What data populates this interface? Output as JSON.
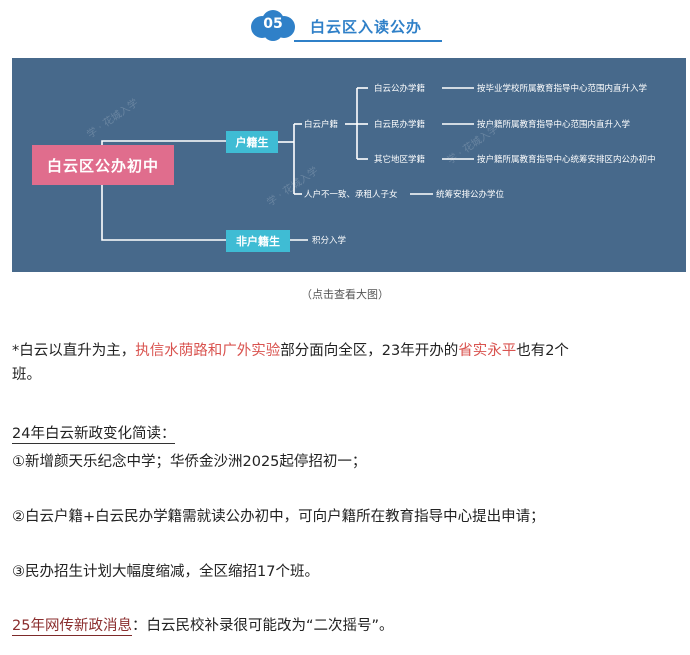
{
  "section": {
    "number": "05",
    "title": "白云区入读公办",
    "accent": "#2f80c8"
  },
  "mindmap": {
    "root": "白云区公办初中",
    "branch1": "户籍生",
    "branch2": "非户籍生",
    "sub1": "白云户籍",
    "sub2": "人户不一致、承租人子女",
    "sub2_result": "统筹安排公办学位",
    "leaf1": "白云公办学籍",
    "leaf1_result": "按毕业学校所属教育指导中心范围内直升入学",
    "leaf2": "白云民办学籍",
    "leaf2_result": "按户籍所属教育指导中心范围内直升入学",
    "leaf3": "其它地区学籍",
    "leaf3_result": "按户籍所属教育指导中心统筹安排区内公办初中",
    "branch2_result": "积分入学",
    "watermark": "学 · 花城入学",
    "colors": {
      "bg": "#47698b",
      "root": "#e06d8d",
      "branch": "#3fbcd4"
    }
  },
  "caption": "（点击查看大图）",
  "p1": {
    "a": "*白云以直升为主，",
    "b": "执信水荫路和广外实验",
    "c": "部分面向全区，23年开办的",
    "d": "省实永平",
    "e": "也有2个",
    "f": "班。"
  },
  "p2_heading": "24年白云新政变化简读：",
  "p2_item1": "①新增颜天乐纪念中学；华侨金沙洲2025起停招初一；",
  "p2_item2": "②白云户籍+白云民办学籍需就读公办初中，可向户籍所在教育指导中心提出申请；",
  "p2_item3": "③民办招生计划大幅度缩减，全区缩招17个班。",
  "p3": {
    "label": "25年网传新政消息",
    "text": "：白云民校补录很可能改为“二次摇号”。"
  }
}
